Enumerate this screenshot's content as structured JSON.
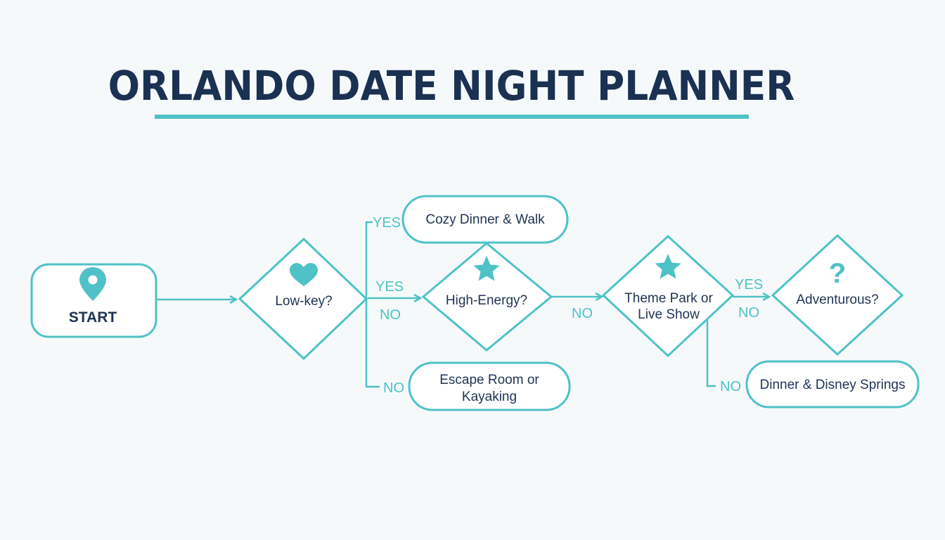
{
  "title": "ORLANDO DATE NIGHT PLANNER",
  "colors": {
    "title": "#1b3152",
    "accent": "#4ec2c6",
    "text": "#1e3354",
    "background": "#f6f9fa"
  },
  "nodes": {
    "start": {
      "label": "START",
      "icon": "map-pin-icon"
    },
    "low_key": {
      "label": "Low-key?",
      "icon": "heart-icon"
    },
    "cozy_dinner": {
      "label": "Cozy Dinner & Walk"
    },
    "escape_room": {
      "line1": "Escape Room or",
      "line2": "Kayaking"
    },
    "high_energy": {
      "label": "High-Energy?",
      "icon": "star-icon"
    },
    "theme_park": {
      "line1": "Theme Park or",
      "line2": "Live Show",
      "icon": "star-icon"
    },
    "dinner_disney": {
      "label": "Dinner & Disney Springs"
    },
    "adventurous": {
      "label": "Adventurous?",
      "icon": "question-icon"
    }
  },
  "edge_labels": {
    "low_key_yes_top": "YES",
    "low_key_yes_mid": "YES",
    "low_key_no_mid": "NO",
    "low_key_no_bottom": "NO",
    "high_energy_no": "NO",
    "theme_park_yes": "YES",
    "theme_park_no_mid": "NO",
    "theme_park_no_bottom": "NO"
  }
}
